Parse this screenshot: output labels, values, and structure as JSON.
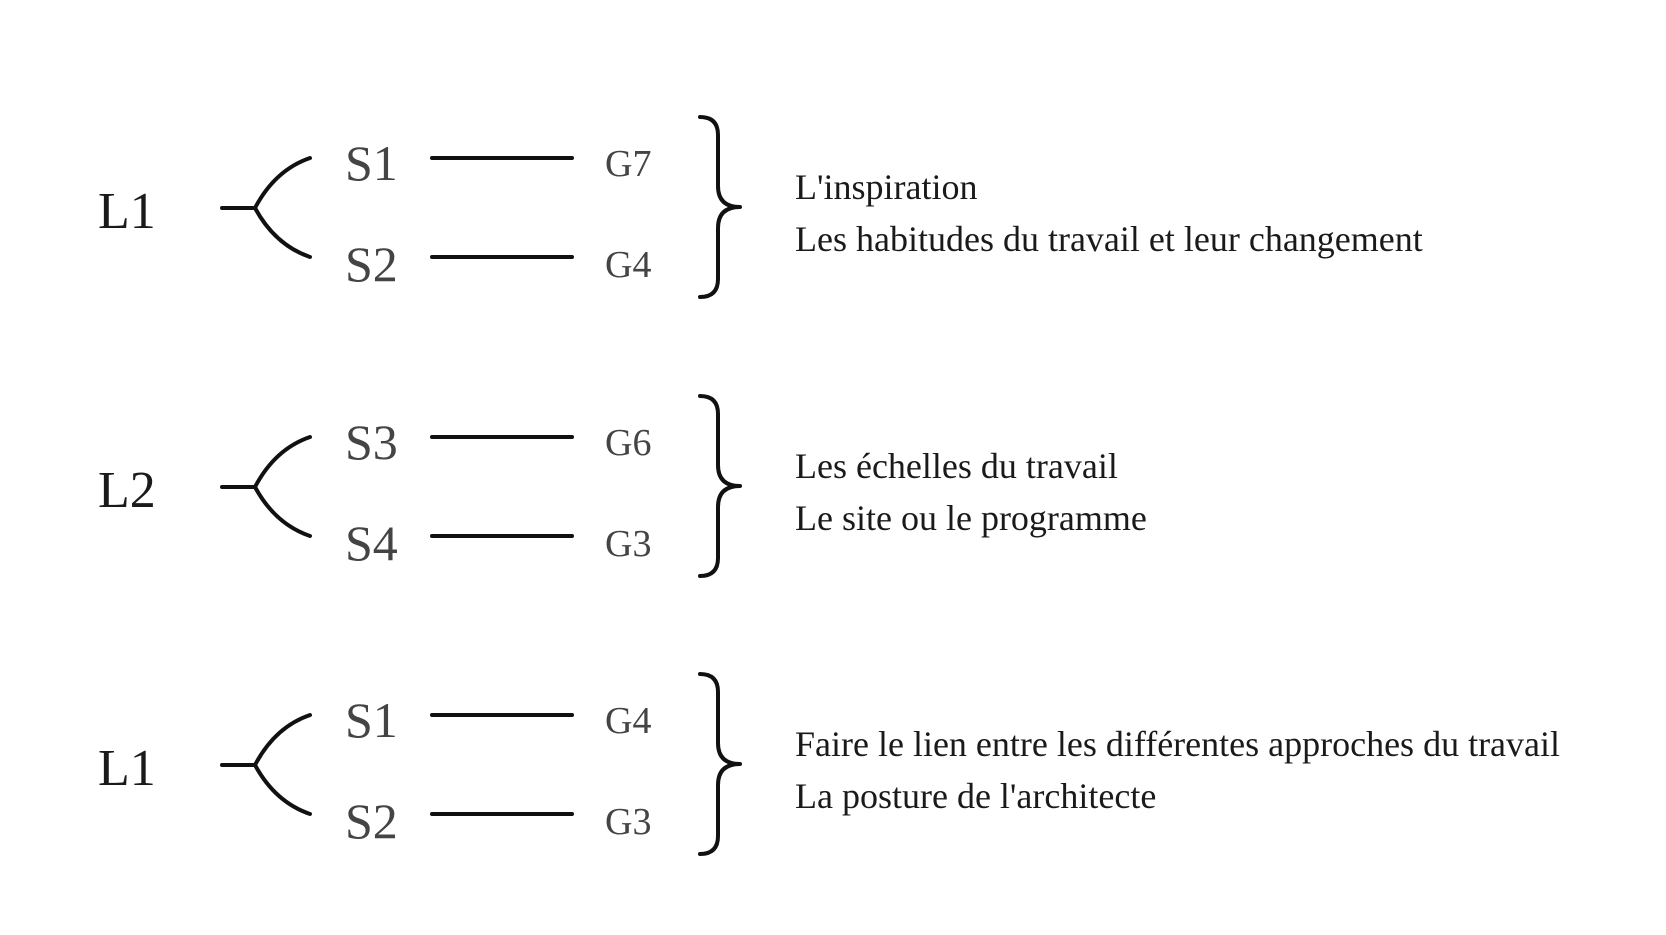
{
  "groups": [
    {
      "level": "L1",
      "branches": [
        {
          "s": "S1",
          "g": "G7"
        },
        {
          "s": "S2",
          "g": "G4"
        }
      ],
      "themes": [
        "L'inspiration",
        "Les habitudes du travail et leur changement"
      ]
    },
    {
      "level": "L2",
      "branches": [
        {
          "s": "S3",
          "g": "G6"
        },
        {
          "s": "S4",
          "g": "G3"
        }
      ],
      "themes": [
        "Les échelles du travail",
        "Le site ou le programme"
      ]
    },
    {
      "level": "L1",
      "branches": [
        {
          "s": "S1",
          "g": "G4"
        },
        {
          "s": "S2",
          "g": "G3"
        }
      ],
      "themes": [
        "Faire le lien entre les différentes approches du travail",
        "La posture de l'architecte"
      ]
    }
  ]
}
